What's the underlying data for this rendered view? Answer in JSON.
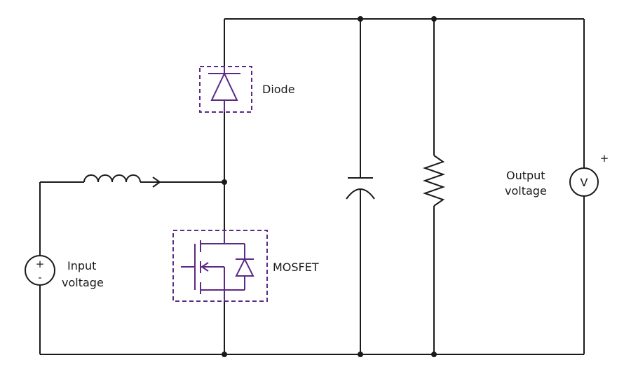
{
  "labels": {
    "diode": "Diode",
    "mosfet": "MOSFET",
    "input_line1": "Input",
    "input_line2": "voltage",
    "output_line1": "Output",
    "output_line2": "voltage",
    "voltmeter_symbol": "V",
    "voltmeter_plus": "+",
    "source_plus": "+",
    "source_minus": "-"
  },
  "colors": {
    "wire": "#1a1a1a",
    "accent": "#5b2a86"
  },
  "components": [
    "input-voltage-source",
    "inductor",
    "diode",
    "mosfet",
    "capacitor",
    "resistor",
    "voltmeter"
  ]
}
